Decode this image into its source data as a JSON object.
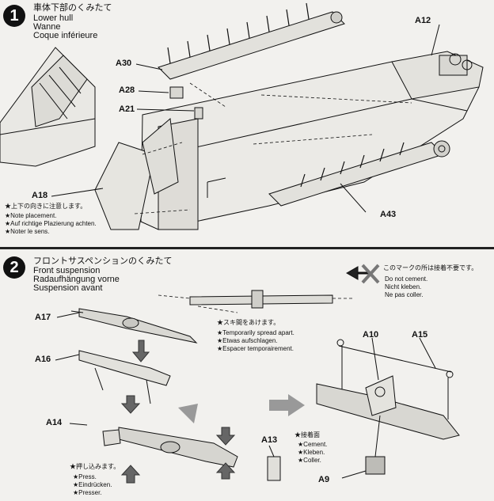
{
  "step1": {
    "number": "1",
    "title_jp": "車体下部のくみたて",
    "title_en": "Lower hull",
    "title_de": "Wanne",
    "title_fr": "Coque inférieure",
    "note_jp": "★上下の向きに注意します。",
    "note_en": "★Note placement.",
    "note_de": "★Auf richtige Plazierung achten.",
    "note_fr": "★Noter le sens.",
    "parts": {
      "a12": "A12",
      "a30": "A30",
      "a28": "A28",
      "a21": "A21",
      "a18": "A18",
      "a43": "A43"
    }
  },
  "step2": {
    "number": "2",
    "title_jp": "フロントサスペンションのくみたて",
    "title_en": "Front suspension",
    "title_de": "Radaufhängung vorne",
    "title_fr": "Suspension avant",
    "nocement_jp": "このマークの所は接着不要です。",
    "nocement_en": "Do not cement.",
    "nocement_de": "Nicht kleben.",
    "nocement_fr": "Ne pas coller.",
    "spread_jp": "★スキ間をあけます。",
    "spread_en": "★Temporarily spread apart.",
    "spread_de": "★Etwas aufschlagen.",
    "spread_fr": "★Espacer temporairement.",
    "cement_jp": "★接着面",
    "cement_en": "★Cement.",
    "cement_de": "★Kleben.",
    "cement_fr": "★Coller.",
    "press_jp": "★押し込みます。",
    "press_en": "★Press.",
    "press_de": "★Eindrücken.",
    "press_fr": "★Presser.",
    "parts": {
      "a17": "A17",
      "a16": "A16",
      "a14": "A14",
      "a13": "A13",
      "a10": "A10",
      "a15": "A15",
      "a9": "A9"
    }
  },
  "colors": {
    "ink": "#111111",
    "paper": "#f2f1ee",
    "shade": "#9a9a9a"
  }
}
